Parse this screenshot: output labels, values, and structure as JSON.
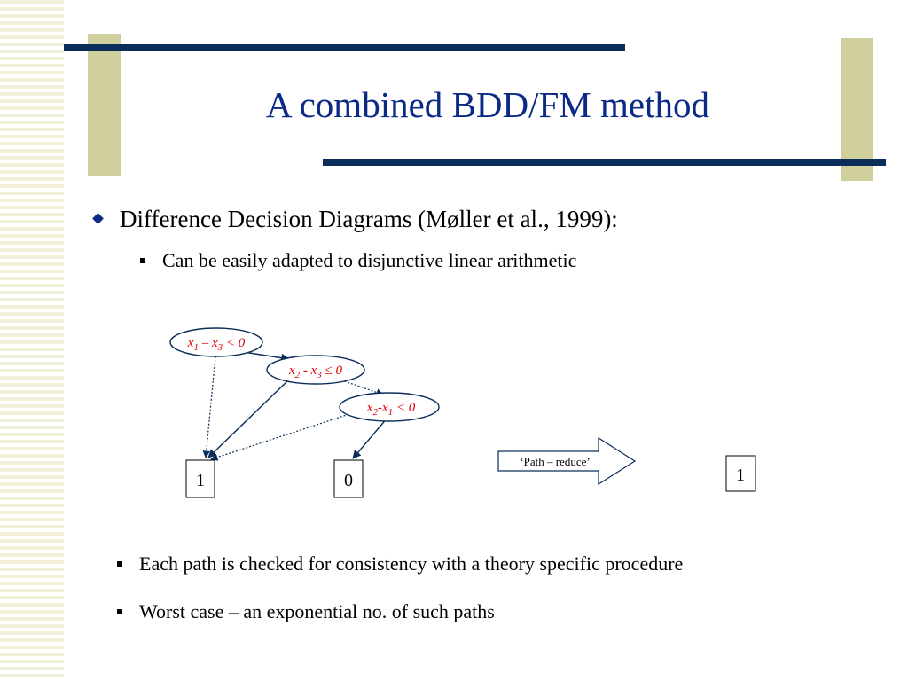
{
  "slide": {
    "title": "A combined BDD/FM method",
    "bullet_main": "Difference Decision Diagrams (Møller et al., 1999):",
    "sub_bullet_1": "Can be easily adapted to disjunctive linear arithmetic",
    "sub_bullet_2": "Each path is checked for consistency with a theory specific procedure",
    "sub_bullet_3": "Worst case – an exponential no. of such paths"
  },
  "diagram": {
    "nodes": [
      {
        "base1": "x",
        "sub1": "1",
        "mid": " – x",
        "sub2": "3",
        "tail": " < 0"
      },
      {
        "base1": "x",
        "sub1": "2",
        "mid": " - x",
        "sub2": "3",
        "tail": " ≤ 0"
      },
      {
        "base1": "x",
        "sub1": "2",
        "mid": "-x",
        "sub2": "1",
        "tail": " < 0"
      }
    ],
    "terminal_one": "1",
    "terminal_zero": "0",
    "reduce_label": "‘Path – reduce’",
    "result": "1"
  },
  "colors": {
    "title": "#0a2a86",
    "node_text": "#e0000b",
    "accent_bar": "#0b2d5a",
    "accent_box": "#cfcf9e"
  }
}
